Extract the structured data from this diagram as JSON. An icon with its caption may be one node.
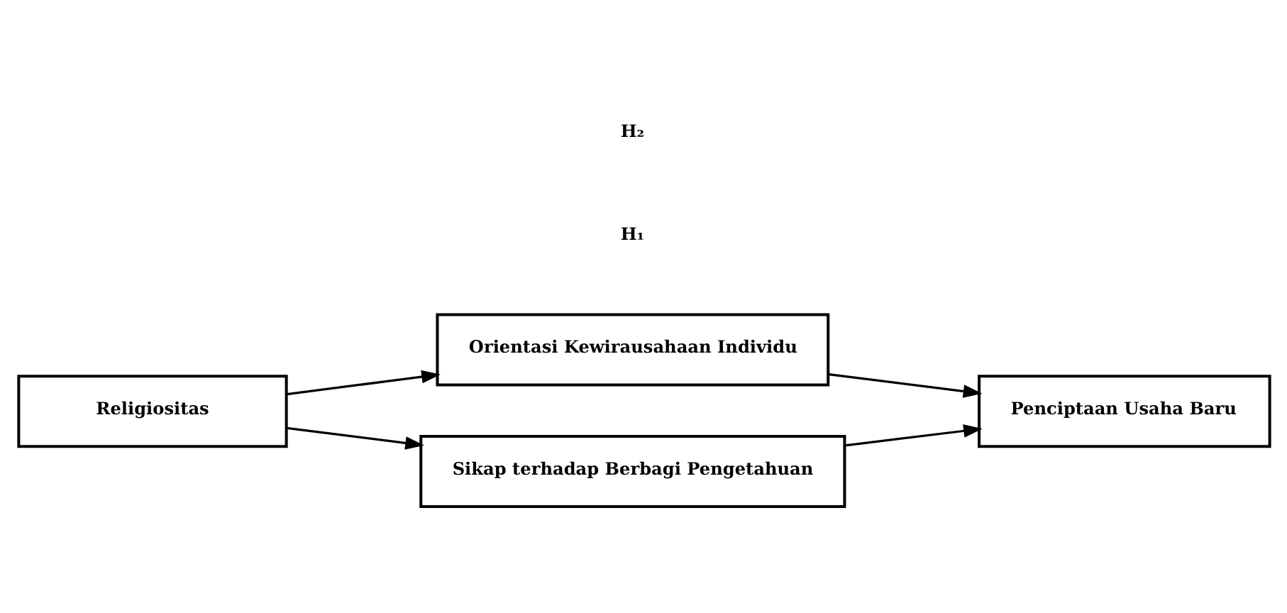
{
  "diagram": {
    "nodes": [
      {
        "text": [
          "Religiositas"
        ]
      },
      {
        "text": [
          "Orientasi Kewirausahaan Individu"
        ]
      },
      {
        "text": [
          "Sikap terhadap Berbagi Pengetahuan"
        ]
      },
      {
        "text": [
          "Penciptaan Usaha Baru"
        ]
      }
    ],
    "edges": [
      {
        "from": 0,
        "to": 1,
        "arrow": "to"
      },
      {
        "from": 1,
        "to": 3,
        "arrow": "to"
      },
      {
        "from": 0,
        "to": 2,
        "arrow": "to"
      },
      {
        "from": 2,
        "to": 3,
        "arrow": "to"
      }
    ],
    "labels": [
      "H₁",
      "H₂"
    ]
  }
}
